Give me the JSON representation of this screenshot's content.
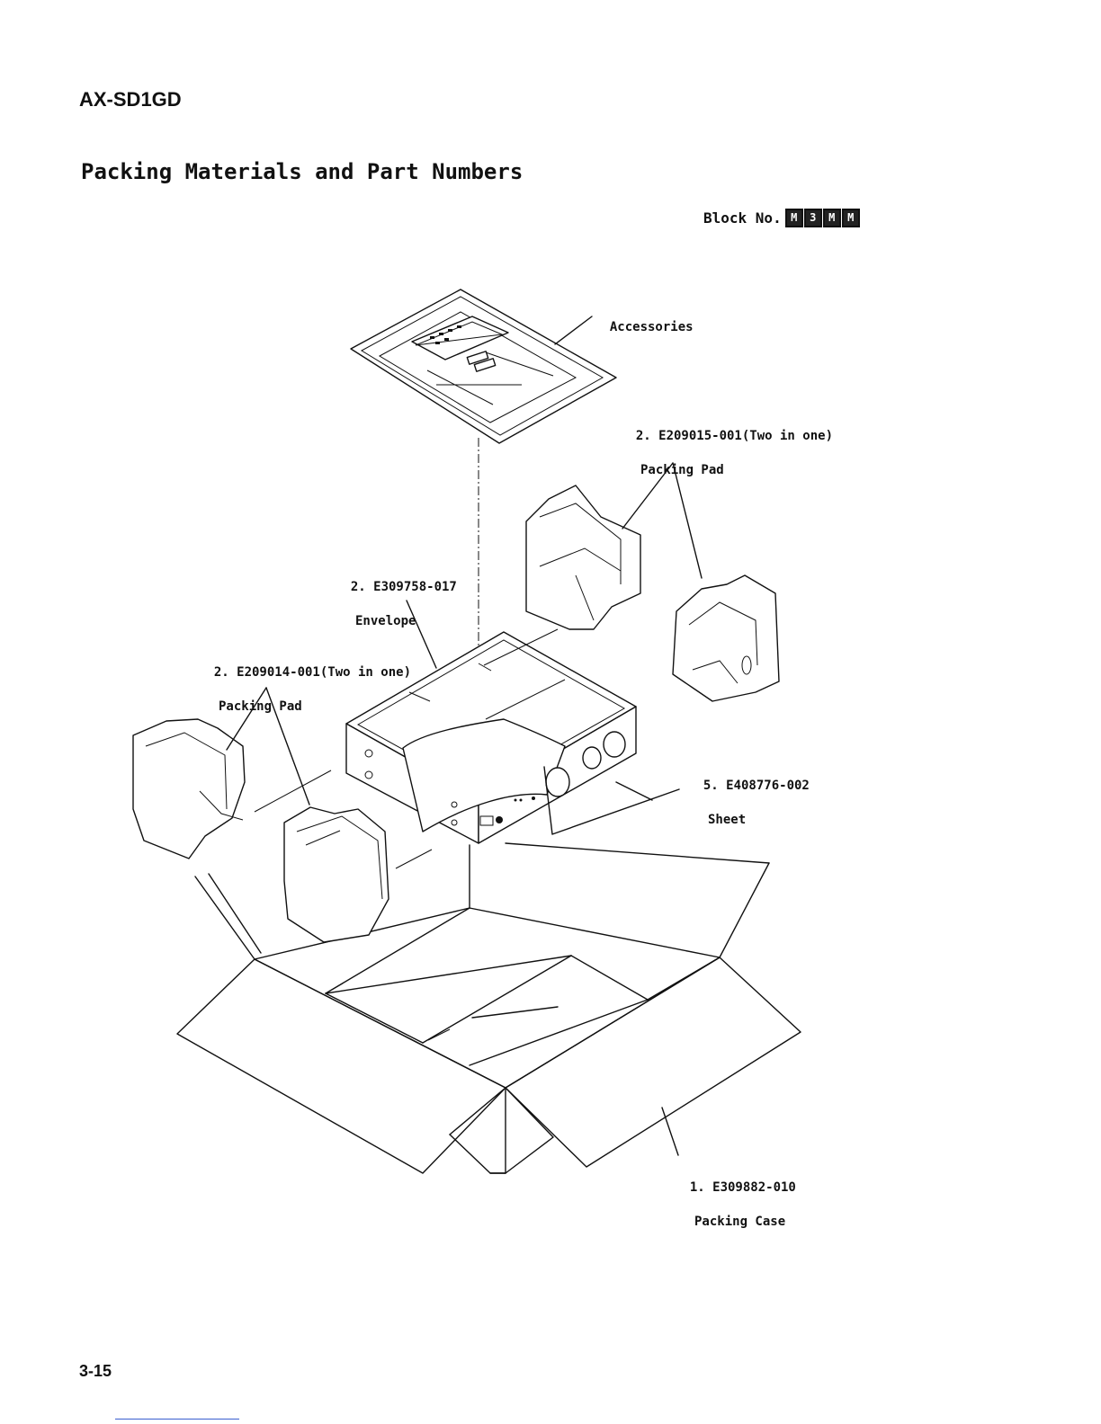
{
  "header": {
    "model": "AX-SD1GD",
    "title": "Packing Materials and Part Numbers",
    "block_label": "Block No.",
    "block_codes": [
      "M",
      "3",
      "M",
      "M"
    ]
  },
  "callouts": [
    {
      "line1": "Accessories",
      "line2": ""
    },
    {
      "line1": "2. E209015-001(Two in one)",
      "line2": "Packing Pad"
    },
    {
      "line1": "2. E309758-017",
      "line2": "Envelope"
    },
    {
      "line1": "2. E209014-001(Two in one)",
      "line2": "Packing Pad"
    },
    {
      "line1": "5. E408776-002",
      "line2": "Sheet"
    },
    {
      "line1": "1. E309882-010",
      "line2": "Packing Case"
    }
  ],
  "footer": {
    "page": "3-15"
  }
}
